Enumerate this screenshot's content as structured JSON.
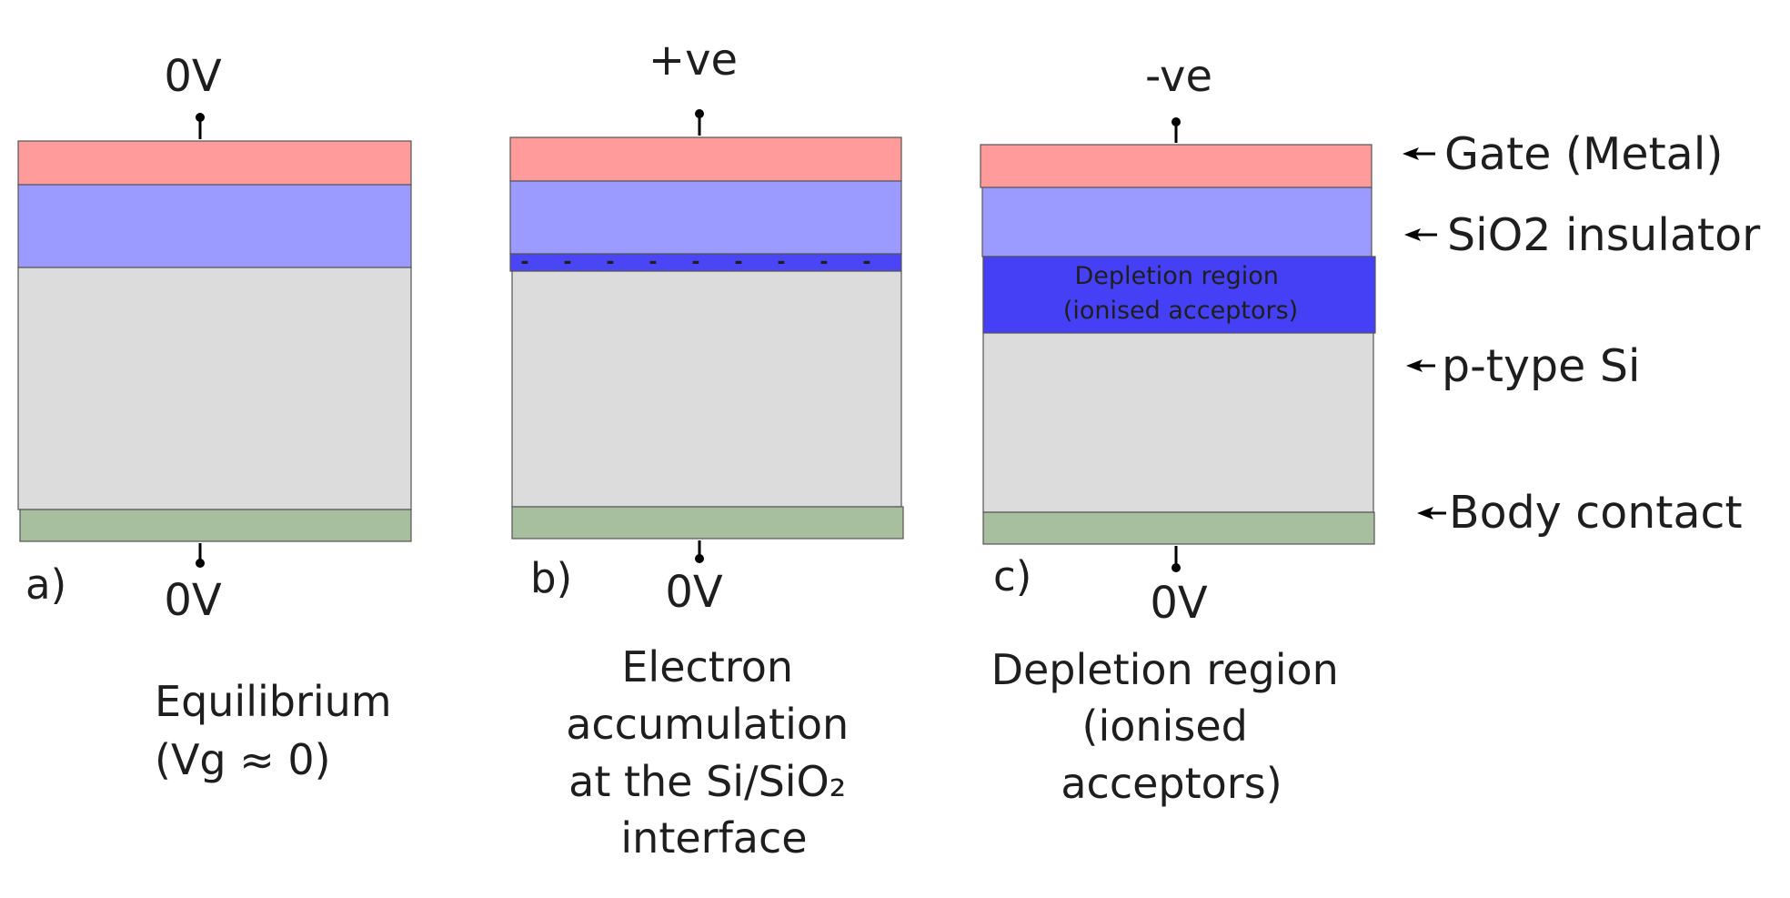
{
  "colors": {
    "gate": "#ff9b9b",
    "insulator": "#9b9bff",
    "silicon": "#dcdcdc",
    "body": "#a8bf9f",
    "charge_layer": "#4a46f5",
    "depletion": "#4540f5",
    "text": "#1e1e1e"
  },
  "panels": [
    {
      "tag": "a)",
      "top_voltage": "0V",
      "bottom_voltage": "0V",
      "caption": [
        "Equilibrium",
        "(Vg ≈ 0)"
      ]
    },
    {
      "tag": "b)",
      "top_voltage": "+ve",
      "bottom_voltage": "0V",
      "charges": [
        "-",
        "-",
        "-",
        "-",
        "-",
        "-",
        "-",
        "-",
        "-"
      ],
      "caption": [
        "Electron",
        "accumulation",
        "at the Si/SiO₂",
        "interface"
      ]
    },
    {
      "tag": "c)",
      "top_voltage": "-ve",
      "bottom_voltage": "0V",
      "depletion_text": [
        "Depletion region",
        "(ionised acceptors)"
      ],
      "caption": [
        "Depletion region",
        "(ionised",
        "acceptors)"
      ]
    }
  ],
  "layer_labels": {
    "gate": "Gate (Metal)",
    "insulator": "SiO2 insulator",
    "substrate": "p-type Si",
    "body": "Body contact"
  }
}
